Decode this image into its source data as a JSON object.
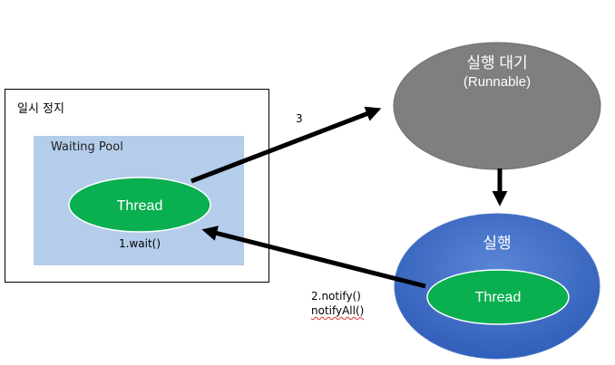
{
  "diagram": {
    "paused": {
      "title": "일시 정지",
      "pool_title": "Waiting Pool",
      "thread_label": "Thread"
    },
    "runnable": {
      "title": "실행 대기",
      "subtitle": "(Runnable)"
    },
    "running": {
      "title": "실행",
      "thread_label": "Thread"
    },
    "edges": {
      "to_runnable": "3",
      "wait": "1.wait()",
      "notify": "2.notify()",
      "notify_all": "notifyAll()"
    },
    "colors": {
      "thread_green": "#0aaf50",
      "runnable_gray": "#7f7f7f",
      "running_blue": "#3f6ecb",
      "pool_blue": "#b4cdea",
      "arrow": "#000000"
    }
  }
}
